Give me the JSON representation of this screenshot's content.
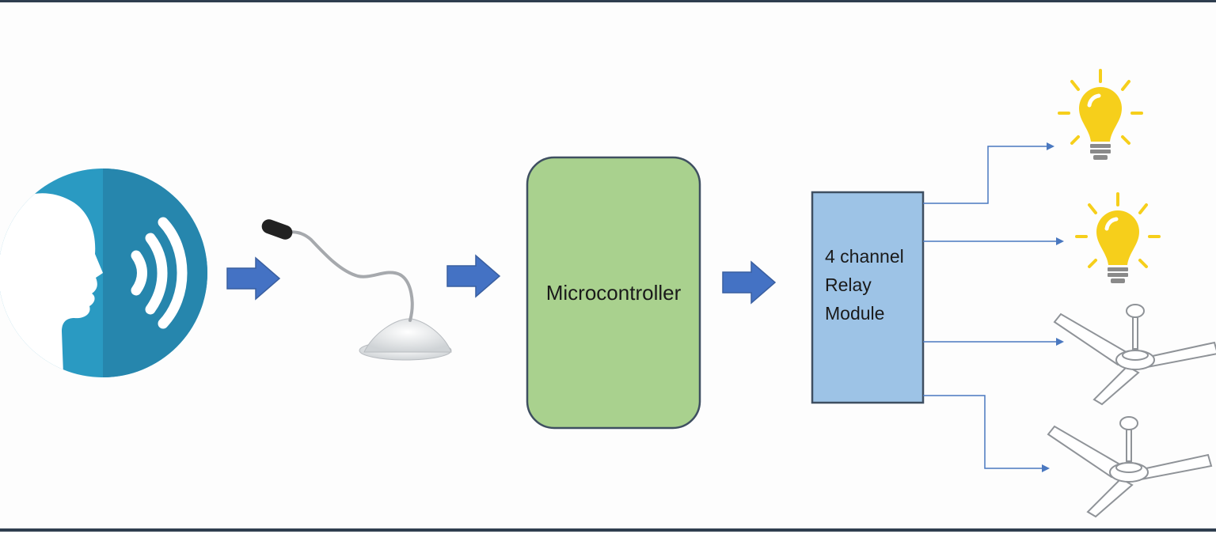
{
  "diagram": {
    "nodes": {
      "speaker": {
        "icon": "speaking-person-icon"
      },
      "microphone": {
        "icon": "microphone-icon"
      },
      "microcontroller": {
        "label": "Microcontroller"
      },
      "relay": {
        "lines": [
          "4 channel",
          "Relay",
          "Module"
        ]
      },
      "outputs": [
        {
          "icon": "light-bulb-icon"
        },
        {
          "icon": "light-bulb-icon"
        },
        {
          "icon": "ceiling-fan-icon"
        },
        {
          "icon": "ceiling-fan-icon"
        }
      ]
    },
    "colors": {
      "frame": "#2f3e4f",
      "speaker_circle": "#2a9ac2",
      "flow_arrow": "#4472c4",
      "microcontroller_fill": "#a9d18e",
      "relay_fill": "#9dc3e6",
      "bulb": "#f6cf1b",
      "connector": "#4a78c0"
    }
  }
}
